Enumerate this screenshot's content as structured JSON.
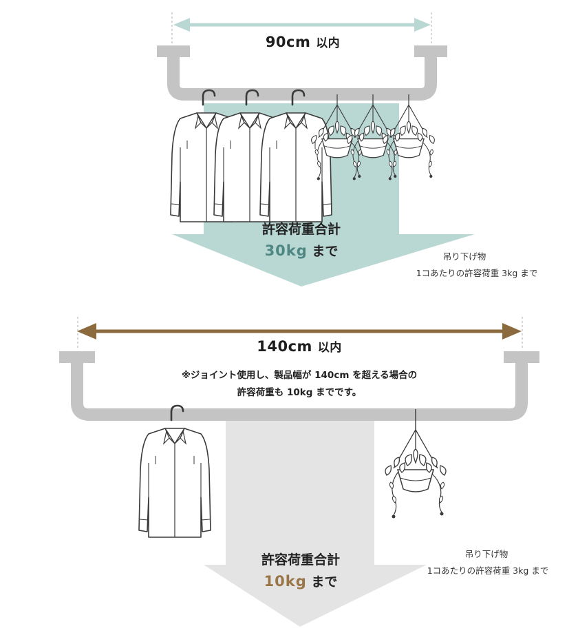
{
  "top_panel": {
    "width_value": "90cm",
    "width_suffix": "以内",
    "load_label": "許容荷重合計",
    "load_value": "30kg",
    "load_suffix": "まで",
    "side_label_title": "吊り下げ物",
    "side_label_text": "1コあたりの許容荷重 3kg まで",
    "arrow_color": "#b9d7d3"
  },
  "bottom_panel": {
    "width_value": "140cm",
    "width_suffix": "以内",
    "note_line1": "※ジョイント使用し、製品幅が 140cm を超える場合の",
    "note_line2": "許容荷重も 10kg までです。",
    "load_label": "許容荷重合計",
    "load_value": "10kg",
    "load_suffix": "まで",
    "side_label_title": "吊り下げ物",
    "side_label_text": "1コあたりの許容荷重 3kg まで",
    "arrow_color": "#8b6a3e"
  }
}
